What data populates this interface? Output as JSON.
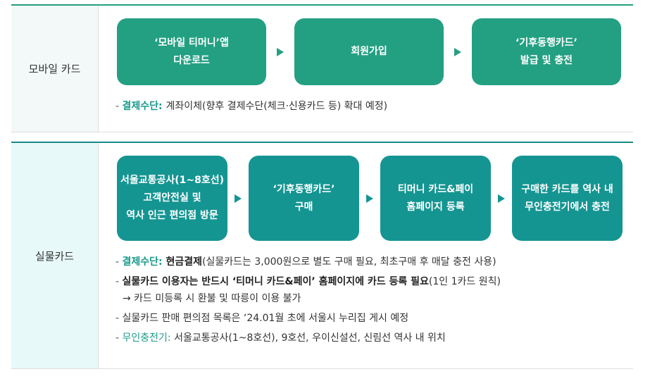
{
  "mobile": {
    "label": "모바일 카드",
    "steps": [
      {
        "label": "‘모바일 티머니’앱\n다운로드"
      },
      {
        "label": "회원가입"
      },
      {
        "label": "‘기후동행카드’\n발급 및 충전"
      }
    ],
    "notes": [
      {
        "dash": "- ",
        "key": "결제수단",
        "sep": ": ",
        "text": "계좌이체(향후 결제수단(체크·신용카드 등) 확대 예정)"
      }
    ]
  },
  "physical": {
    "label": "실물카드",
    "steps": [
      {
        "label": "서울교통공사(1~8호선)\n고객안전실 및\n역사 인근 편의점 방문"
      },
      {
        "label": "‘기후동행카드’\n구매"
      },
      {
        "label": "티머니 카드&페이\n홈페이지 등록"
      },
      {
        "label": "구매한 카드를 역사 내\n무인충전기에서 충전"
      }
    ],
    "notes": [
      {
        "dash": "- ",
        "key": "결제수단",
        "sep": ": ",
        "bold": "현금결제",
        "text": "(실물카드는 3,000원으로 별도 구매 필요, 최초구매 후 매달 충전 사용)"
      },
      {
        "dash": "- ",
        "bold": "실물카드 이용자는 반드시 ‘티머니 카드&페이’ 홈페이지에 카드 등록 필요",
        "text": "(1인 1카드 원칙)"
      },
      {
        "sub": "→ 카드 미등록 시 환불 및 따릉이 이용 불가"
      },
      {
        "dash": "- ",
        "plain": "실물카드 판매 편의점 목록은 ‘24.01월 초에 서울시 누리집 게시 예정"
      },
      {
        "dash": "- ",
        "key": "무인충전기",
        "sep": ": ",
        "plain": "서울교통공사(1~8호선), 9호선, 우이신설선, 신림선 역사 내 위치"
      }
    ]
  },
  "colors": {
    "mobile_accent": "#23a082",
    "physical_accent": "#159592",
    "key_text": "#1a9a8a"
  }
}
